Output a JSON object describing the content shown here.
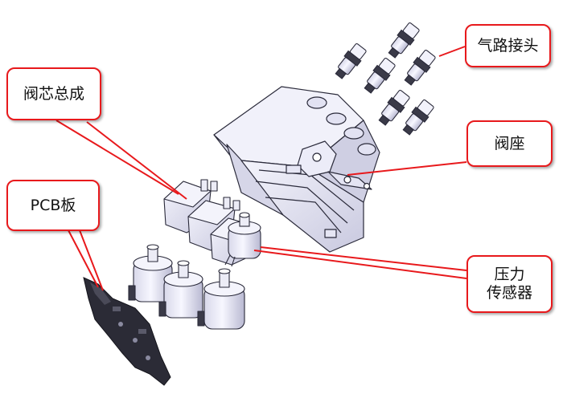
{
  "colors": {
    "accent": "#e8191c",
    "part_fill": "#e9e9f7",
    "part_stroke": "#2a2a3a",
    "pcb_fill": "#2b2b36"
  },
  "labels": {
    "air_connector": "气路接头",
    "valve_core_assembly": "阀芯总成",
    "valve_seat": "阀座",
    "pcb_board": "PCB板",
    "pressure_sensor_line1": "压力",
    "pressure_sensor_line2": "传感器"
  }
}
